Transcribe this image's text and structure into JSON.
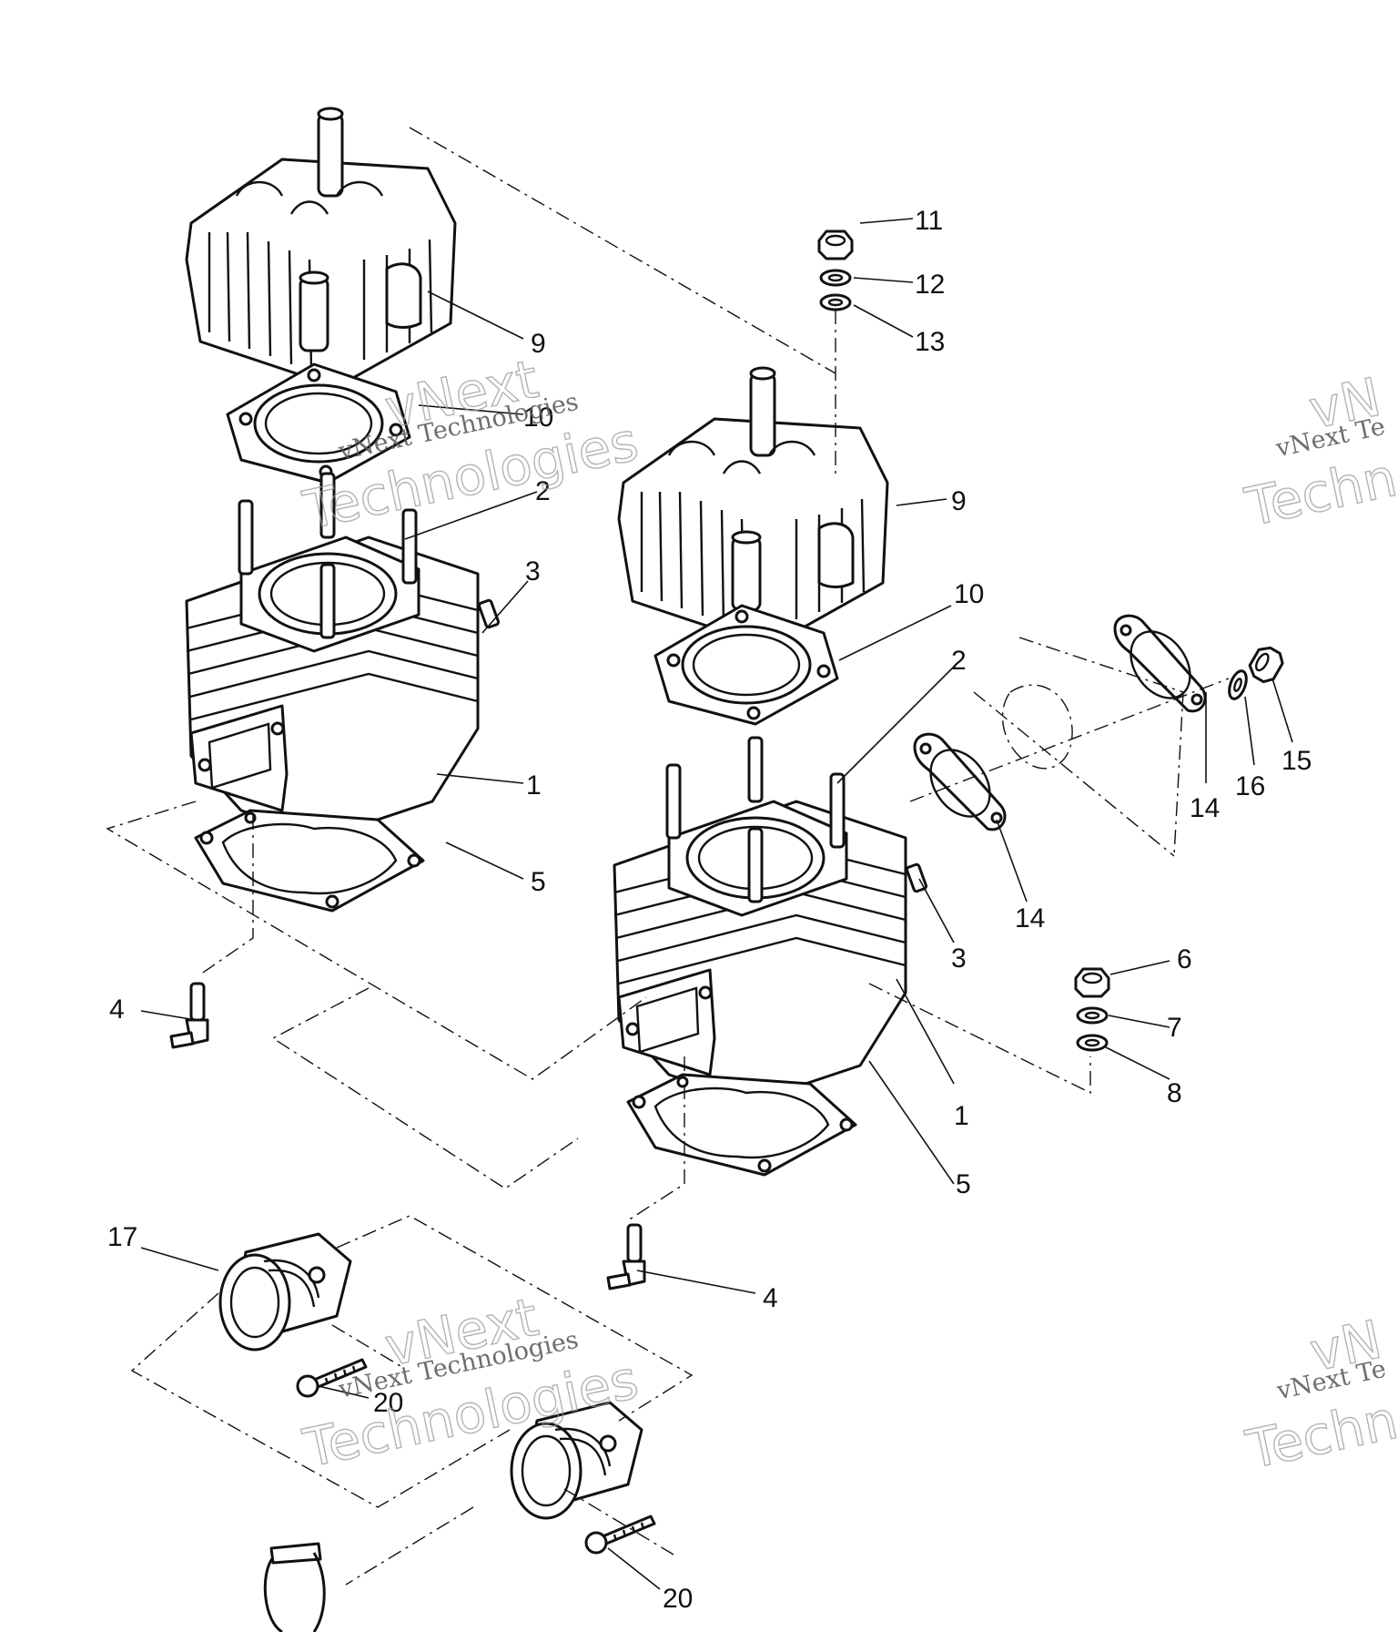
{
  "callouts": {
    "c1_left": "1",
    "c1_right": "1",
    "c2_left": "2",
    "c2_right": "2",
    "c3_left": "3",
    "c3_right": "3",
    "c4_left": "4",
    "c4_right": "4",
    "c5_left": "5",
    "c5_right": "5",
    "c6": "6",
    "c7": "7",
    "c8": "8",
    "c9_left": "9",
    "c9_right": "9",
    "c10_left": "10",
    "c10_right": "10",
    "c11": "11",
    "c12": "12",
    "c13": "13",
    "c14_a": "14",
    "c14_b": "14",
    "c15": "15",
    "c16": "16",
    "c17": "17",
    "c20_a": "20",
    "c20_b": "20"
  },
  "watermark": {
    "line_small": "vNext Technologies",
    "line_big_1": "vNext",
    "line_big_2": "Technologies",
    "edge_small": "vNext Te",
    "edge_big_1": "vN",
    "edge_big_2": "Techn"
  }
}
